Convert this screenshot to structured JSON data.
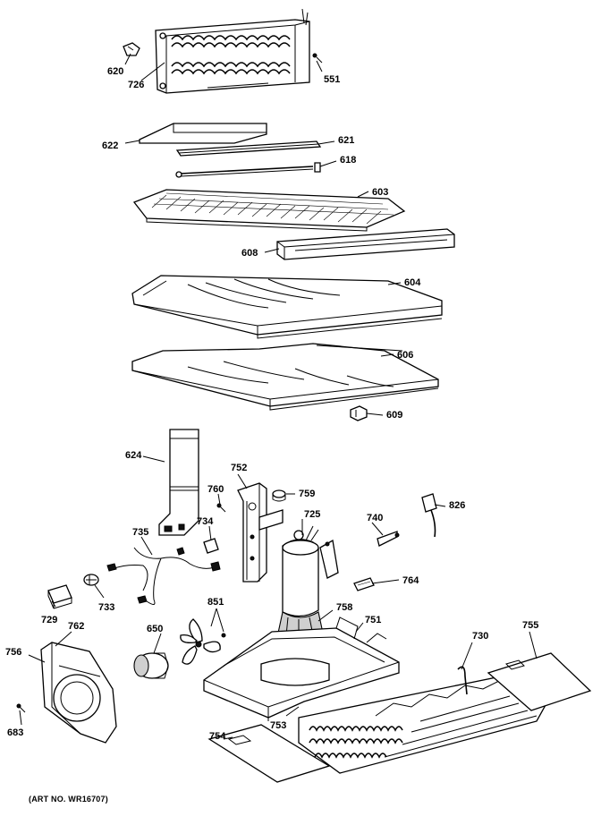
{
  "labels": {
    "p620": "620",
    "p726": "726",
    "p551": "551",
    "p622": "622",
    "p621": "621",
    "p618": "618",
    "p603": "603",
    "p608": "608",
    "p604": "604",
    "p606": "606",
    "p609": "609",
    "p624": "624",
    "p752": "752",
    "p760": "760",
    "p759": "759",
    "p725": "725",
    "p740": "740",
    "p826": "826",
    "p734": "734",
    "p735": "735",
    "p764": "764",
    "p733": "733",
    "p729": "729",
    "p851": "851",
    "p650": "650",
    "p758": "758",
    "p751": "751",
    "p730": "730",
    "p755": "755",
    "p756": "756",
    "p762": "762",
    "p683": "683",
    "p754": "754",
    "p753": "753"
  },
  "art_number": "(ART NO. WR16707)"
}
